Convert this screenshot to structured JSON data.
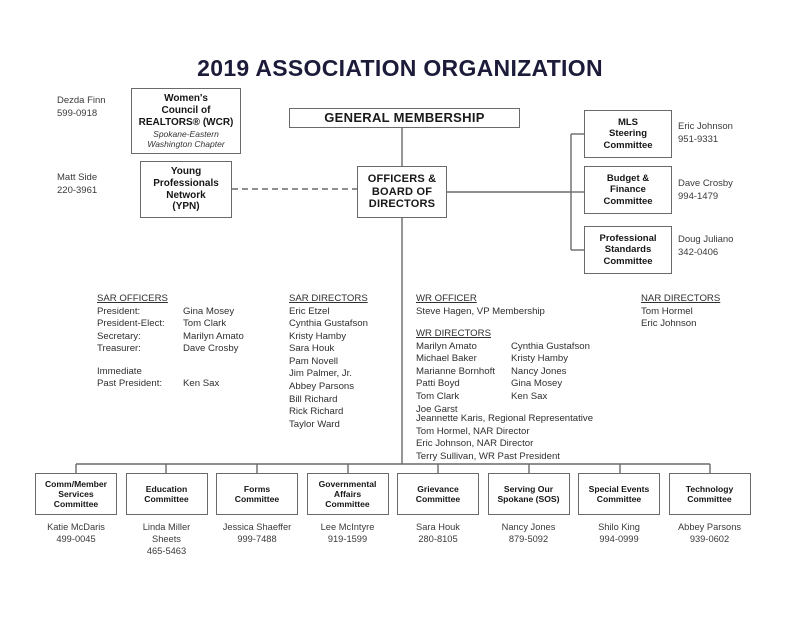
{
  "title": "2019 Association Organization",
  "boxes": {
    "wcr": {
      "line1": "Women's",
      "line2": "Council of",
      "line3": "REALTORS® (WCR)",
      "sub1": "Spokane-Eastern",
      "sub2": "Washington Chapter"
    },
    "ypn": {
      "line1": "Young",
      "line2": "Professionals",
      "line3": "Network",
      "line4": "(YPN)"
    },
    "general_membership": "General Membership",
    "officers_board": {
      "line1": "Officers &",
      "line2": "Board of",
      "line3": "Directors"
    },
    "mls": {
      "line1": "MLS",
      "line2": "Steering",
      "line3": "Committee"
    },
    "budget": {
      "line1": "Budget &",
      "line2": "Finance",
      "line3": "Committee"
    },
    "professional": {
      "line1": "Professional",
      "line2": "Standards",
      "line3": "Committee"
    }
  },
  "contacts": {
    "wcr": "Dezda Finn\n599-0918",
    "ypn": "Matt Side\n220-3961",
    "mls": "Eric Johnson\n951-9331",
    "budget": "Dave Crosby\n994-1479",
    "professional": "Doug Juliano\n342-0406"
  },
  "sar_officers": {
    "heading": "SAR OFFICERS",
    "rows": [
      {
        "role": "President:",
        "name": "Gina Mosey"
      },
      {
        "role": "President-Elect:",
        "name": "Tom Clark"
      },
      {
        "role": "Secretary:",
        "name": "Marilyn Amato"
      },
      {
        "role": "Treasurer:",
        "name": "Dave Crosby"
      }
    ],
    "past_label_1": "Immediate",
    "past_role": "Past President:",
    "past_name": "Ken Sax"
  },
  "sar_directors": {
    "heading": "SAR DIRECTORS",
    "names": [
      "Eric Etzel",
      "Cynthia Gustafson",
      "Kristy Hamby",
      "Sara Houk",
      "Pam Novell",
      "Jim Palmer, Jr.",
      "Abbey Parsons",
      "Bill Richard",
      "Rick Richard",
      "Taylor Ward"
    ]
  },
  "wr": {
    "officer_heading": "WR OFFICER",
    "officer_name": "Steve Hagen, VP Membership",
    "directors_heading": "WR DIRECTORS",
    "directors_col_a": [
      "Marilyn Amato",
      "Michael Baker",
      "Marianne Bornhoft",
      "Patti Boyd",
      "Tom Clark",
      "Joe Garst"
    ],
    "directors_col_b": [
      "Cynthia Gustafson",
      "Kristy Hamby",
      "Nancy Jones",
      "Gina Mosey",
      "Ken Sax"
    ],
    "extra": [
      "Jeannette Karis, Regional Representative",
      "Tom Hormel, NAR Director",
      "Eric Johnson, NAR Director",
      "Terry Sullivan, WR Past President"
    ]
  },
  "nar_directors": {
    "heading": "NAR DIRECTORS",
    "names": [
      "Tom Hormel",
      "Eric Johnson"
    ]
  },
  "committees": [
    {
      "name": "Comm/Member Services Committee",
      "l1": "Comm/Member",
      "l2": "Services",
      "l3": "Committee",
      "contact": "Katie McDaris\n499-0045"
    },
    {
      "name": "Education Committee",
      "l1": "Education",
      "l2": "Committee",
      "l3": "",
      "contact": "Linda Miller\nSheets\n465-5463"
    },
    {
      "name": "Forms Committee",
      "l1": "Forms",
      "l2": "Committee",
      "l3": "",
      "contact": "Jessica Shaeffer\n999-7488"
    },
    {
      "name": "Governmental Affairs Committee",
      "l1": "Governmental",
      "l2": "Affairs",
      "l3": "Committee",
      "contact": "Lee McIntyre\n919-1599"
    },
    {
      "name": "Grievance Committee",
      "l1": "Grievance",
      "l2": "Committee",
      "l3": "",
      "contact": "Sara Houk\n280-8105"
    },
    {
      "name": "Serving Our Spokane (SOS)",
      "l1": "Serving Our",
      "l2": "Spokane (SOS)",
      "l3": "",
      "contact": "Nancy Jones\n879-5092"
    },
    {
      "name": "Special Events Committee",
      "l1": "Special Events",
      "l2": "Committee",
      "l3": "",
      "contact": "Shilo King\n994-0999"
    },
    {
      "name": "Technology Committee",
      "l1": "Technology",
      "l2": "Committee",
      "l3": "",
      "contact": "Abbey Parsons\n939-0602"
    }
  ],
  "colors": {
    "line": "#6a6a6a",
    "title": "#1c1c3a",
    "text": "#2f2f2f"
  }
}
